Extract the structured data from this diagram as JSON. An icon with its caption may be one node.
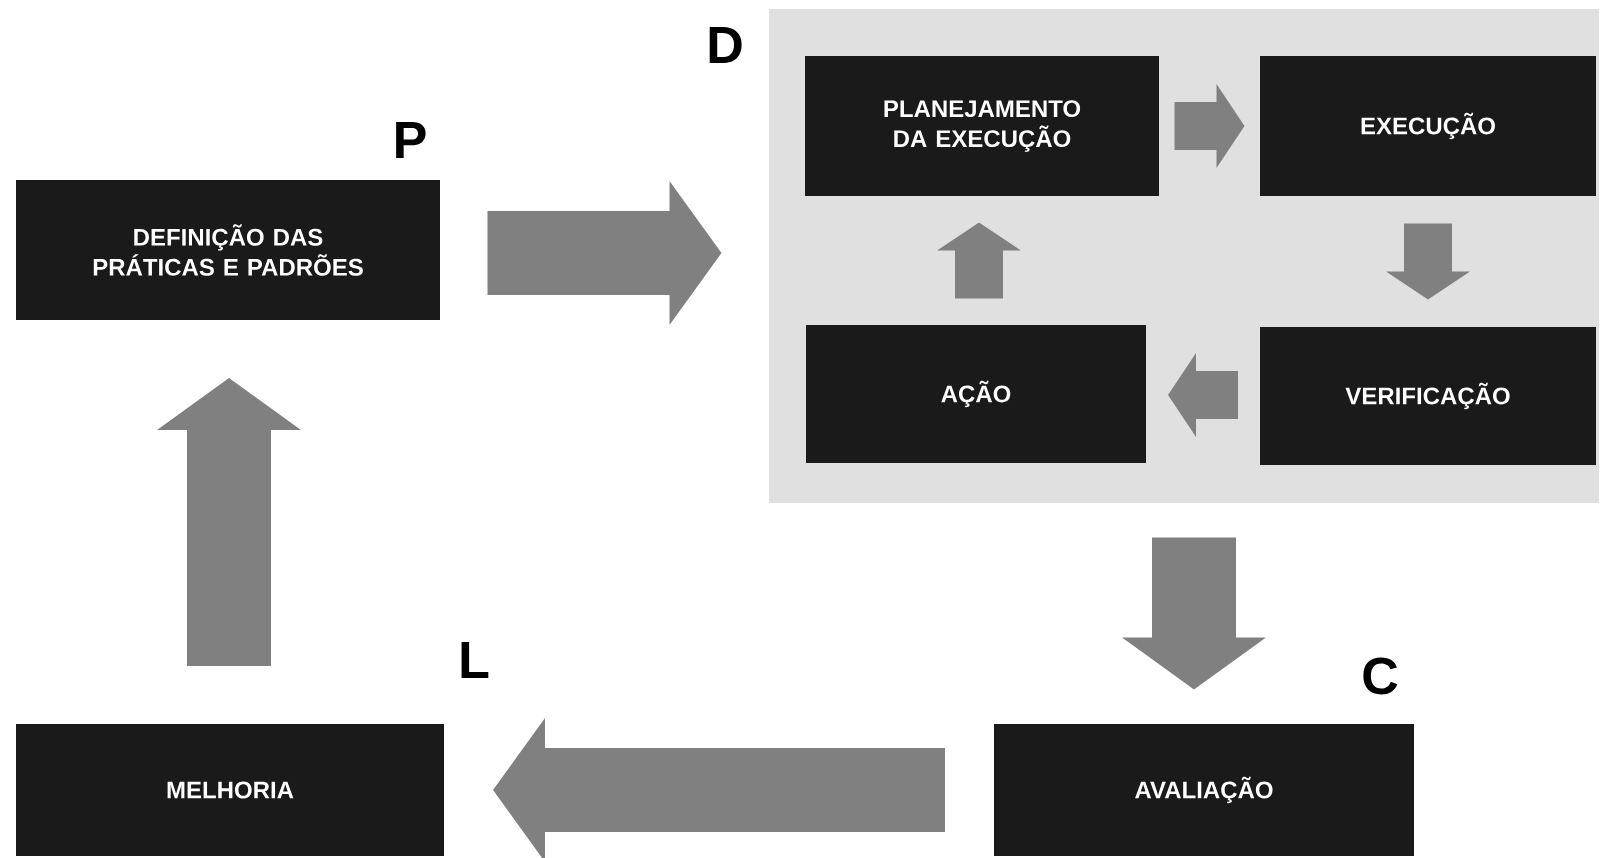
{
  "diagram": {
    "nodes": [
      {
        "text": [
          "DEFINIÇÃO DAS PRÁTICAS E PADRÕES"
        ],
        "beside": [
          "P"
        ]
      },
      {
        "text": [
          "D"
        ]
      },
      {
        "text": [
          "PLANEJAMENTO DA EXECUÇÃO"
        ],
        "in": 1
      },
      {
        "text": [
          "EXECUÇÃO"
        ],
        "in": 1
      },
      {
        "text": [
          "AÇÃO"
        ],
        "in": 1
      },
      {
        "text": [
          "VERIFICAÇÃO"
        ],
        "in": 1
      },
      {
        "text": [
          "AVALIAÇÃO"
        ],
        "beside": [
          "C"
        ]
      },
      {
        "text": [
          "MELHORIA"
        ],
        "beside": [
          "L"
        ]
      }
    ],
    "edges": [
      {
        "from": 0,
        "to": 1,
        "arrow": "to"
      },
      {
        "from": 2,
        "to": 3,
        "arrow": "to"
      },
      {
        "from": 3,
        "to": 5,
        "arrow": "to"
      },
      {
        "from": 5,
        "to": 4,
        "arrow": "to"
      },
      {
        "from": 4,
        "to": 2,
        "arrow": "to"
      },
      {
        "from": 1,
        "to": 6,
        "arrow": "to"
      },
      {
        "from": 6,
        "to": 7,
        "arrow": "to"
      },
      {
        "from": 7,
        "to": 0,
        "arrow": "to"
      }
    ]
  }
}
